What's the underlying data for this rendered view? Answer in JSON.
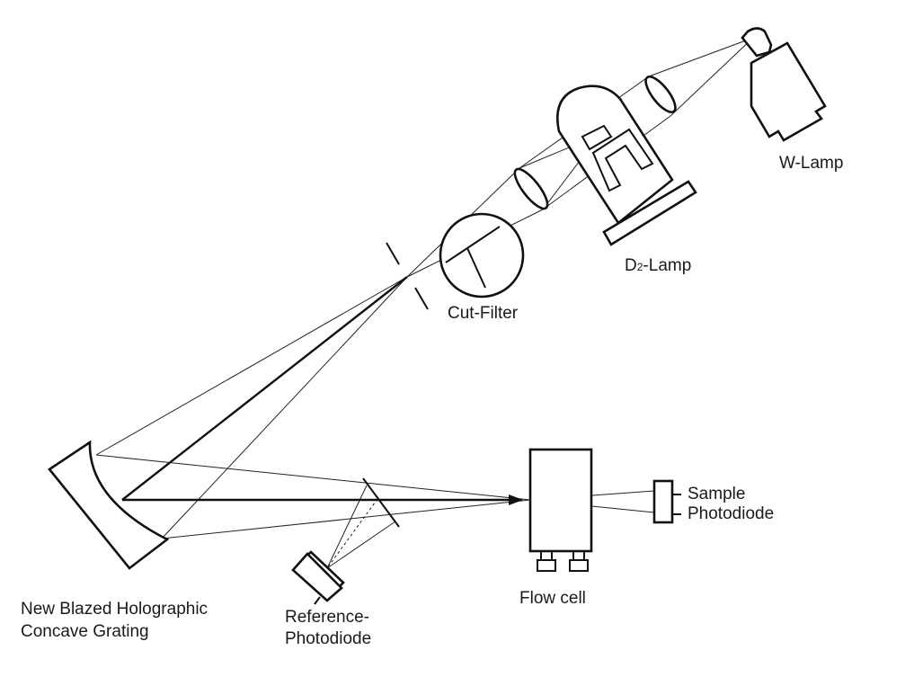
{
  "labels": {
    "w_lamp": "W-Lamp",
    "d2_lamp_prefix": "D",
    "d2_lamp_sub": "2",
    "d2_lamp_suffix": "-Lamp",
    "cut_filter": "Cut-Filter",
    "sample_photodiode": [
      "Sample",
      "Photodiode"
    ],
    "flow_cell": "Flow cell",
    "reference_photodiode": [
      "Reference-",
      "Photodiode"
    ],
    "grating": [
      "New Blazed Holographic",
      "Concave Grating"
    ]
  }
}
